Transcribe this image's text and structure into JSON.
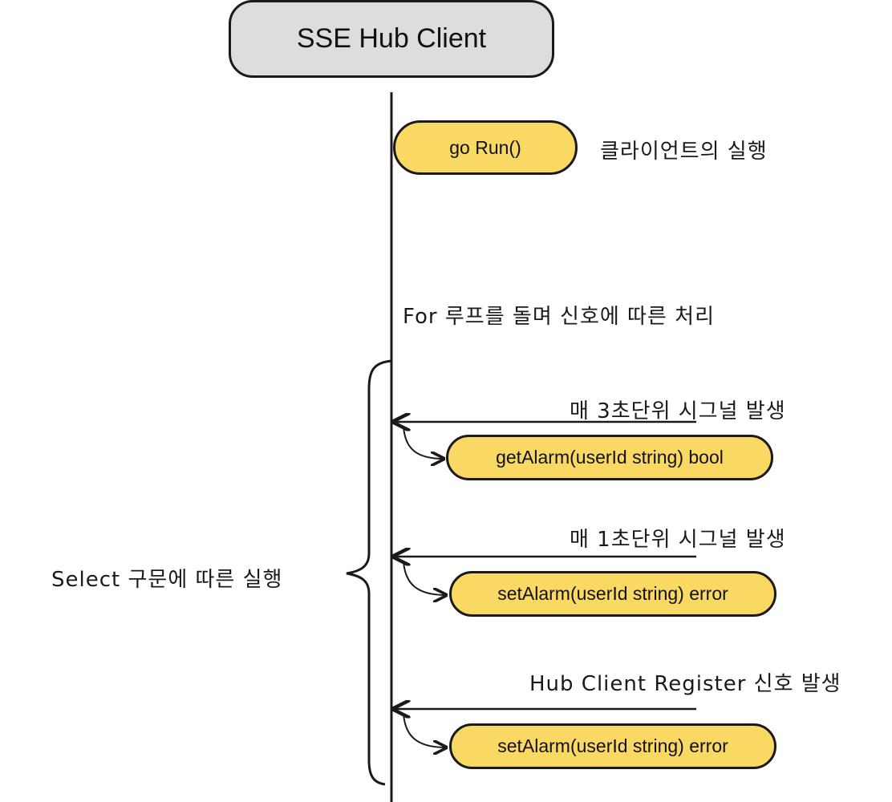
{
  "title": "SSE Hub Client",
  "run_step": {
    "label": "go Run()",
    "annotation": "클라이언트의 실행"
  },
  "loop_note": "For 루프를 돌며 신호에 따른 처리",
  "select_note": "Select 구문에 따른 실행",
  "cases": [
    {
      "signal": "매 3초단위 시그널 발생",
      "handler": "getAlarm(userId string) bool"
    },
    {
      "signal": "매 1초단위 시그널 발생",
      "handler": "setAlarm(userId string) error"
    },
    {
      "signal": "Hub Client Register 신호 발생",
      "handler": "setAlarm(userId string) error"
    }
  ],
  "colors": {
    "title_fill": "#dddddd",
    "pill_fill": "#fad864",
    "stroke": "#1a1a1a"
  }
}
